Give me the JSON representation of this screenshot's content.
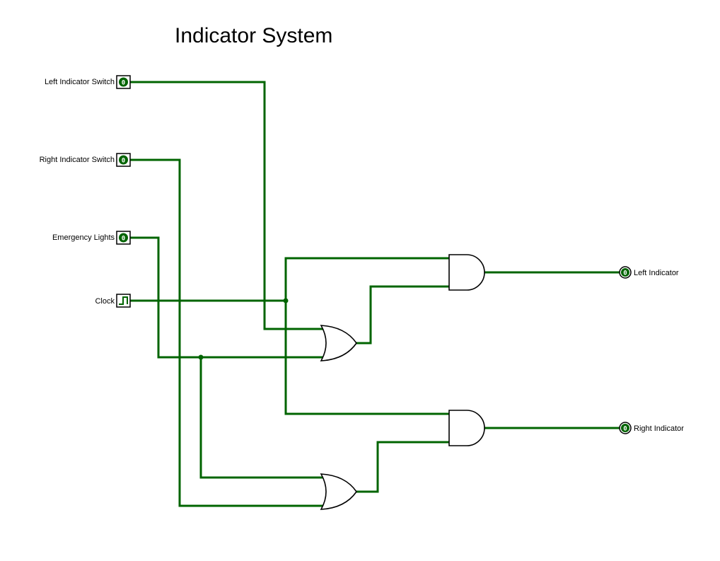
{
  "title": "Indicator System",
  "inputs": {
    "left_switch": {
      "label": "Left Indicator Switch",
      "value": "0"
    },
    "right_switch": {
      "label": "Right Indicator Switch",
      "value": "0"
    },
    "emergency": {
      "label": "Emergency Lights",
      "value": "0"
    },
    "clock": {
      "label": "Clock"
    }
  },
  "outputs": {
    "left": {
      "label": "Left Indicator",
      "value": "0"
    },
    "right": {
      "label": "Right Indicator",
      "value": "0"
    }
  },
  "colors": {
    "wire": "#006400",
    "gate_stroke": "#000000",
    "background": "#ffffff"
  }
}
